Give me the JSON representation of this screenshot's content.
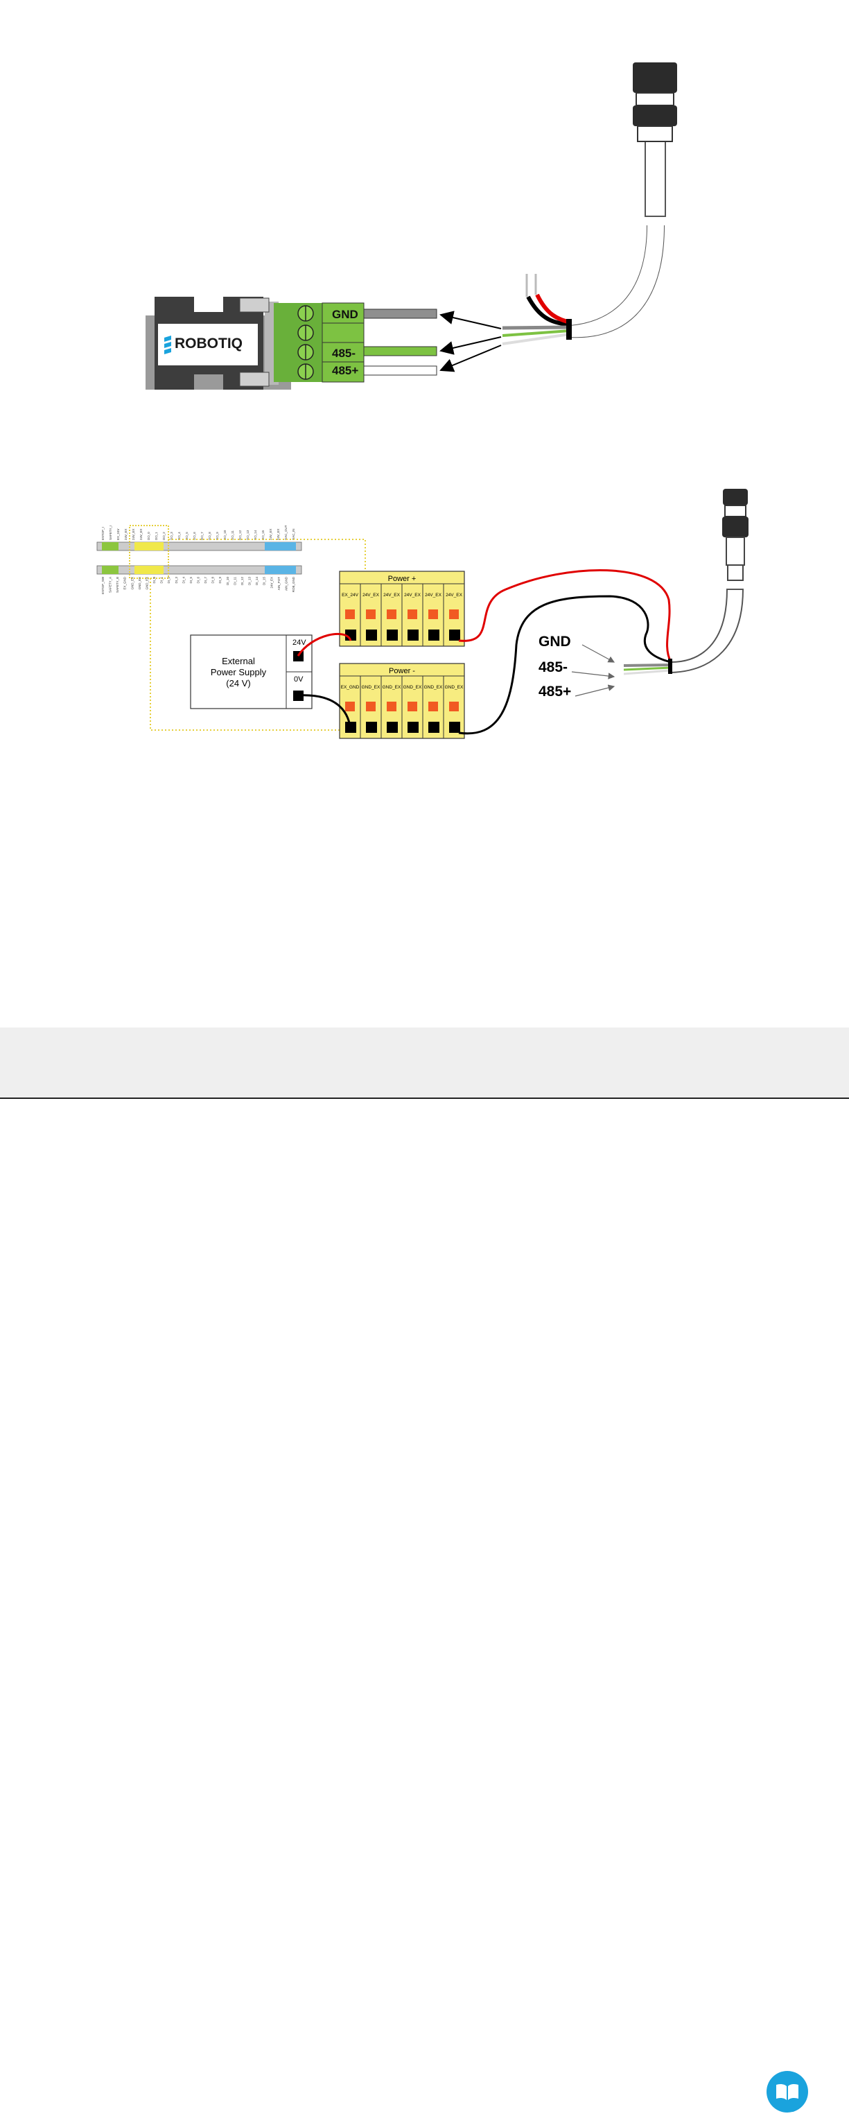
{
  "diagram1": {
    "logo_text": "ROBOTIQ",
    "terminal_labels": [
      "GND",
      "485-",
      "485+"
    ]
  },
  "diagram2": {
    "power_plus": {
      "title": "Power +",
      "pins": [
        "EX_24V",
        "24V_EX",
        "24V_EX",
        "24V_EX",
        "24V_EX",
        "24V_EX"
      ]
    },
    "power_minus": {
      "title": "Power -",
      "pins": [
        "EX_GND",
        "GND_EX",
        "GND_EX",
        "GND_EX",
        "GND_EX",
        "GND_EX"
      ]
    },
    "psu": {
      "line1": "External",
      "line2": "Power Supply",
      "line3": "(24 V)",
      "terminal_24v": "24V",
      "terminal_0v": "0V"
    },
    "wire_labels": [
      "GND",
      "485-",
      "485+"
    ],
    "controller_labels_top": [
      "ESTOP_I",
      "SAFETY_I",
      "EX_24V",
      "24V_EX",
      "24V_EX",
      "24V_EX",
      "DO_0",
      "DO_1",
      "DO_2",
      "DO_3",
      "DO_4",
      "DO_5",
      "DO_6",
      "DO_7",
      "DO_8",
      "DO_9",
      "DO_10",
      "DO_11",
      "DO_12",
      "DO_13",
      "DO_14",
      "DO_15",
      "24V_EX",
      "24V_EX",
      "DAC_OUT",
      "DAC_IN"
    ],
    "controller_labels_bottom": [
      "ESTOP_SW",
      "SAFETY_A",
      "SAFETY_B",
      "EX_GND",
      "GND_EX",
      "GND_EX",
      "GND_EX",
      "DI_0",
      "DI_1",
      "DI_2",
      "DI_3",
      "DI_4",
      "DI_5",
      "DI_6",
      "DI_7",
      "DI_8",
      "DI_9",
      "DI_10",
      "DI_11",
      "DI_12",
      "DI_13",
      "DI_14",
      "DI_15",
      "24V_EX",
      "AIN_POT",
      "AIN_GND",
      "ROB_GND"
    ]
  },
  "colors": {
    "terminal_green": "#7dc242",
    "block_yellow": "#f7ec80",
    "pin_orange": "#f15a22",
    "wire_red": "#e00000",
    "wire_black": "#000000",
    "wire_green": "#7dc242",
    "wire_gray": "#888888",
    "logo_blue": "#1aa3dd",
    "controller_blue": "#5ab4e5",
    "controller_green": "#8cc63f",
    "controller_yellow": "#f0e84a"
  },
  "footer": {
    "icon": "book-icon"
  }
}
